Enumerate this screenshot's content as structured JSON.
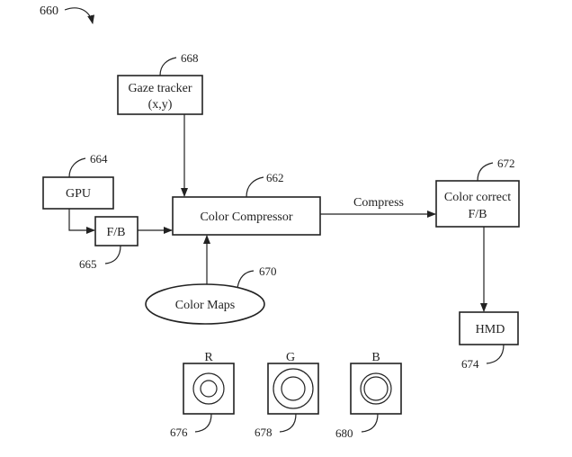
{
  "figure": {
    "ref": "660",
    "nodes": {
      "gaze_tracker": {
        "line1": "Gaze tracker",
        "line2": "(x,y)",
        "ref": "668"
      },
      "gpu": {
        "label": "GPU",
        "ref": "664"
      },
      "fb": {
        "label": "F/B",
        "ref": "665"
      },
      "color_compressor": {
        "label": "Color Compressor",
        "ref": "662"
      },
      "color_correct": {
        "line1": "Color correct",
        "line2": "F/B",
        "ref": "672"
      },
      "color_maps": {
        "label": "Color Maps",
        "ref": "670"
      },
      "hmd": {
        "label": "HMD",
        "ref": "674"
      }
    },
    "edge_labels": {
      "compress": "Compress"
    },
    "channels": [
      {
        "label": "R",
        "ref": "676"
      },
      {
        "label": "G",
        "ref": "678"
      },
      {
        "label": "B",
        "ref": "680"
      }
    ]
  }
}
